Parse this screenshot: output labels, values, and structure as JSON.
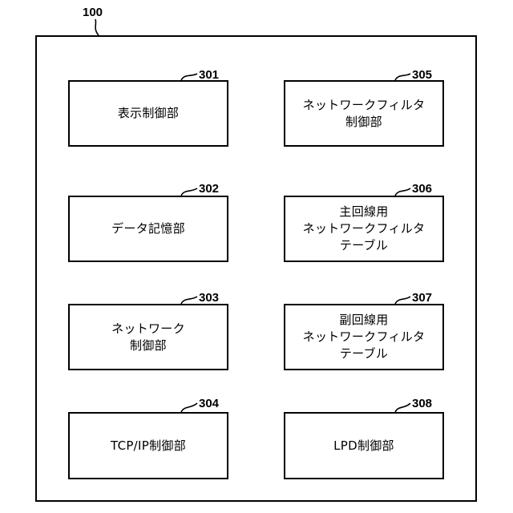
{
  "container": {
    "ref": "100"
  },
  "blocks": [
    {
      "id": "301",
      "ref": "301",
      "lines": [
        "表示制御部"
      ]
    },
    {
      "id": "305",
      "ref": "305",
      "lines": [
        "ネットワークフィルタ",
        "制御部"
      ]
    },
    {
      "id": "302",
      "ref": "302",
      "lines": [
        "データ記憶部"
      ]
    },
    {
      "id": "306",
      "ref": "306",
      "lines": [
        "主回線用",
        "ネットワークフィルタ",
        "テーブル"
      ]
    },
    {
      "id": "303",
      "ref": "303",
      "lines": [
        "ネットワーク",
        "制御部"
      ]
    },
    {
      "id": "307",
      "ref": "307",
      "lines": [
        "副回線用",
        "ネットワークフィルタ",
        "テーブル"
      ]
    },
    {
      "id": "304",
      "ref": "304",
      "lines": [
        "TCP/IP制御部"
      ]
    },
    {
      "id": "308",
      "ref": "308",
      "lines": [
        "LPD制御部"
      ]
    }
  ],
  "colors": {
    "stroke": "#000000",
    "background": "#ffffff"
  }
}
